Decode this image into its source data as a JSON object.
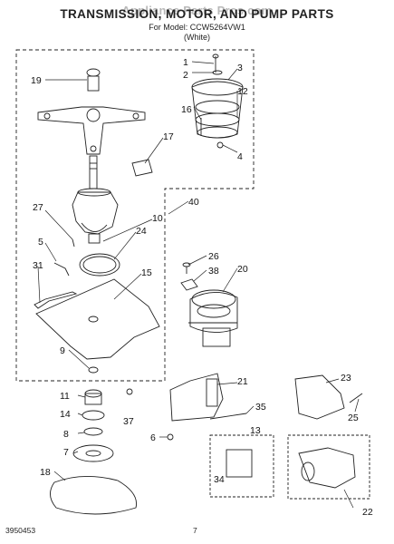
{
  "header": {
    "title": "TRANSMISSION, MOTOR, AND PUMP PARTS",
    "watermark": "Appliance Parts Pros.com",
    "model_line": "For Model: CCW5264VW1",
    "variant": "(White)"
  },
  "footer": {
    "doc_number": "3950453",
    "page_number": "7"
  },
  "callouts": [
    {
      "id": "c1",
      "text": "1"
    },
    {
      "id": "c2",
      "text": "2"
    },
    {
      "id": "c3",
      "text": "3"
    },
    {
      "id": "c12",
      "text": "12"
    },
    {
      "id": "c16",
      "text": "16"
    },
    {
      "id": "c4",
      "text": "4"
    },
    {
      "id": "c19",
      "text": "19"
    },
    {
      "id": "c17",
      "text": "17"
    },
    {
      "id": "c40",
      "text": "40"
    },
    {
      "id": "c27",
      "text": "27"
    },
    {
      "id": "c10",
      "text": "10"
    },
    {
      "id": "c24",
      "text": "24"
    },
    {
      "id": "c5",
      "text": "5"
    },
    {
      "id": "c31",
      "text": "31"
    },
    {
      "id": "c15",
      "text": "15"
    },
    {
      "id": "c26",
      "text": "26"
    },
    {
      "id": "c38",
      "text": "38"
    },
    {
      "id": "c20",
      "text": "20"
    },
    {
      "id": "c9",
      "text": "9"
    },
    {
      "id": "c21",
      "text": "21"
    },
    {
      "id": "c23",
      "text": "23"
    },
    {
      "id": "c11",
      "text": "11"
    },
    {
      "id": "c14",
      "text": "14"
    },
    {
      "id": "c37",
      "text": "37"
    },
    {
      "id": "c35",
      "text": "35"
    },
    {
      "id": "c25",
      "text": "25"
    },
    {
      "id": "c8",
      "text": "8"
    },
    {
      "id": "c6",
      "text": "6"
    },
    {
      "id": "c13",
      "text": "13"
    },
    {
      "id": "c7",
      "text": "7"
    },
    {
      "id": "c34",
      "text": "34"
    },
    {
      "id": "c18",
      "text": "18"
    },
    {
      "id": "c22",
      "text": "22"
    }
  ]
}
